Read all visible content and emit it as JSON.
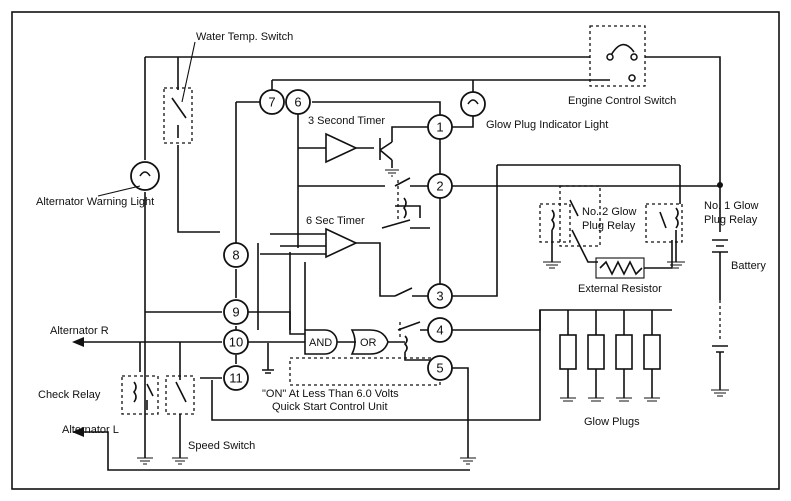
{
  "labels": {
    "water_temp_switch": "Water Temp. Switch",
    "engine_control_switch": "Engine Control Switch",
    "three_second_timer": "3 Second Timer",
    "glow_plug_indicator_light": "Glow Plug Indicator Light",
    "alternator_warning_light": "Alternator Warning Light",
    "six_sec_timer": "6 Sec Timer",
    "no2_glow_plug_relay_line1": "No. 2 Glow",
    "no2_glow_plug_relay_line2": "Plug Relay",
    "no1_glow_plug_relay_line1": "No. 1 Glow",
    "no1_glow_plug_relay_line2": "Plug Relay",
    "battery": "Battery",
    "external_resistor": "External Resistor",
    "alternator_r": "Alternator R",
    "alternator_l": "Alternator L",
    "check_relay": "Check Relay",
    "speed_switch": "Speed Switch",
    "on_voltage_note": "\"ON\" At Less Than 6.0 Volts",
    "quick_start_control_unit": "Quick Start Control Unit",
    "glow_plugs": "Glow Plugs",
    "and_gate": "AND",
    "or_gate": "OR"
  },
  "terminals": [
    "1",
    "2",
    "3",
    "4",
    "5",
    "6",
    "7",
    "8",
    "9",
    "10",
    "11"
  ]
}
